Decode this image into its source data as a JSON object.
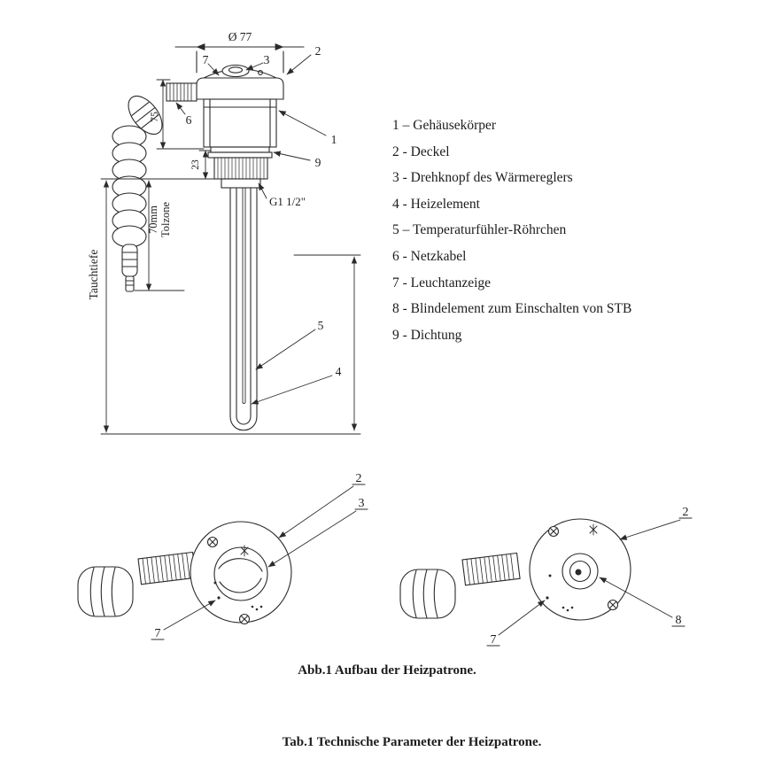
{
  "meta": {
    "background": "#ffffff",
    "ink": "#2b2b2b"
  },
  "legend": {
    "items": [
      {
        "text": "1 – Gehäusekörper"
      },
      {
        "text": "2 - Deckel"
      },
      {
        "text": "3 - Drehknopf des Wärmereglers"
      },
      {
        "text": "4 - Heizelement"
      },
      {
        "text": "5 – Temperaturfühler-Röhrchen"
      },
      {
        "text": "6 - Netzkabel"
      },
      {
        "text": "7 - Leuchtanzeige"
      },
      {
        "text": "8 - Blindelement zum Einschalten von STB"
      },
      {
        "text": "9 - Dichtung"
      }
    ]
  },
  "main_view": {
    "dim_diameter": "Ø 77",
    "dim_height": "75",
    "dim_thread_len": "23",
    "dim_tolerance_1": "70mm",
    "dim_tolerance_2": "Tolzone",
    "dim_immersion": "Tauchtiefe",
    "thread_label": "G1 1/2\"",
    "callouts": {
      "c1": "1",
      "c2": "2",
      "c3": "3",
      "c4": "4",
      "c5": "5",
      "c6": "6",
      "c7": "7",
      "c9": "9"
    }
  },
  "front_view_left": {
    "callouts": {
      "c2": "2",
      "c3": "3",
      "c7": "7"
    }
  },
  "front_view_right": {
    "callouts": {
      "c2": "2",
      "c7": "7",
      "c8": "8"
    }
  },
  "captions": {
    "figure": "Abb.1 Aufbau der Heizpatrone.",
    "table": "Tab.1 Technische Parameter der Heizpatrone."
  }
}
